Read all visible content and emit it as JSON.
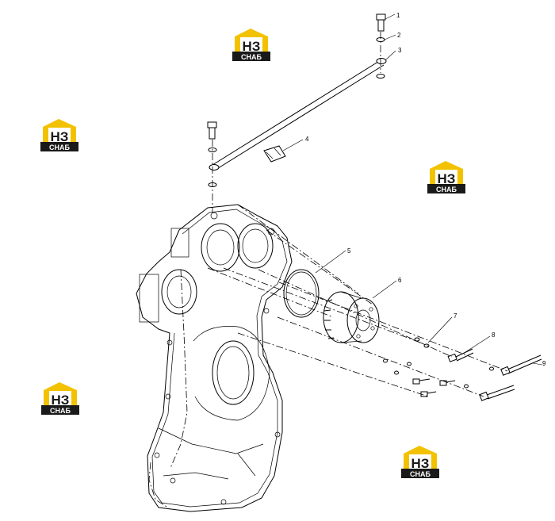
{
  "callouts": [
    {
      "id": "1",
      "text": "1"
    },
    {
      "id": "2",
      "text": "2"
    },
    {
      "id": "3",
      "text": "3"
    },
    {
      "id": "4",
      "text": "4"
    },
    {
      "id": "5",
      "text": "5"
    },
    {
      "id": "6",
      "text": "6"
    },
    {
      "id": "7",
      "text": "7"
    },
    {
      "id": "8",
      "text": "8"
    },
    {
      "id": "9",
      "text": "9"
    }
  ],
  "watermark": {
    "letters": "НЗ",
    "word": "СНАБ",
    "colors": {
      "yellow": "#f2c200",
      "black": "#1a1a1a",
      "text": "#ffffff"
    }
  },
  "colors": {
    "line": "#000000",
    "background": "#ffffff"
  }
}
